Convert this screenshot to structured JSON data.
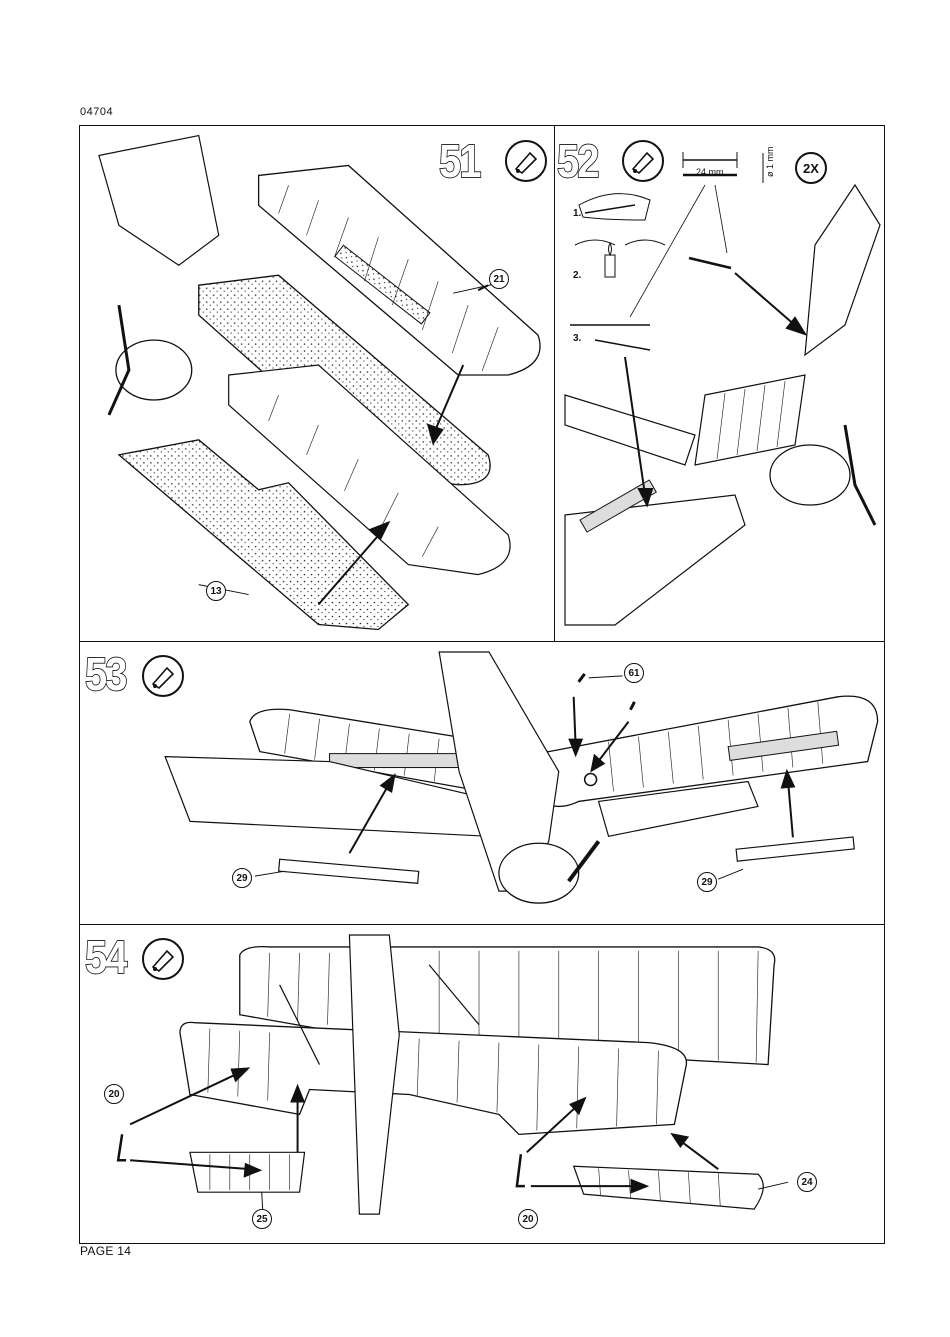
{
  "header": {
    "doc_number": "04704"
  },
  "footer": {
    "page_label": "PAGE 14"
  },
  "steps": [
    {
      "number": "51",
      "icon": "glue-tube-icon",
      "parts": [
        "21",
        "13"
      ]
    },
    {
      "number": "52",
      "icon": "glue-tube-icon",
      "wire_length": "24 mm",
      "wire_diameter": "ø 1 mm",
      "quantity": "2X",
      "substeps": [
        "1.",
        "2.",
        "3."
      ]
    },
    {
      "number": "53",
      "icon": "glue-tube-icon",
      "parts": [
        "61",
        "29",
        "29"
      ]
    },
    {
      "number": "54",
      "icon": "glue-tube-icon",
      "parts": [
        "20",
        "25",
        "20",
        "24"
      ]
    }
  ]
}
